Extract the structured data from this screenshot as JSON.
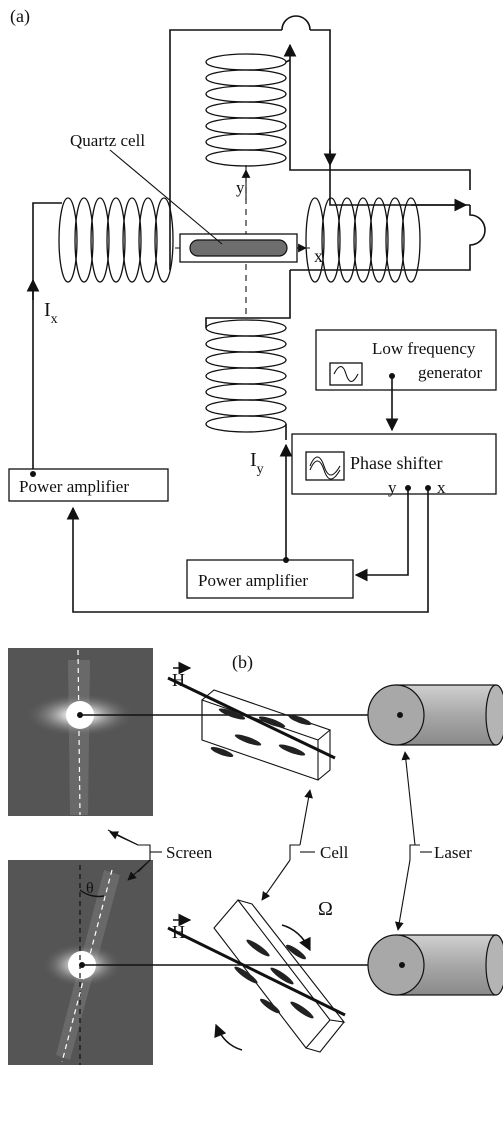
{
  "panel_a": {
    "label": "(a)",
    "quartz_cell_label": "Quartz cell",
    "axis_x": "x",
    "axis_y": "y",
    "current_x": "I",
    "current_x_sub": "x",
    "current_y": "I",
    "current_y_sub": "y",
    "power_amp_left": "Power amplifier",
    "power_amp_bottom": "Power amplifier",
    "lfg_line1": "Low frequency",
    "lfg_line2": "generator",
    "phase_shifter": "Phase shifter",
    "ps_out_y": "y",
    "ps_out_x": "x"
  },
  "panel_b": {
    "label": "(b)",
    "field_label": "H",
    "screen_label": "Screen",
    "cell_label": "Cell",
    "laser_label": "Laser",
    "theta_label": "θ",
    "omega_label": "Ω"
  },
  "colors": {
    "ink": "#111111",
    "cell_fill": "#6e6e6e",
    "laser_fill": "#b4b4b4",
    "screen_fill": "#555555"
  }
}
